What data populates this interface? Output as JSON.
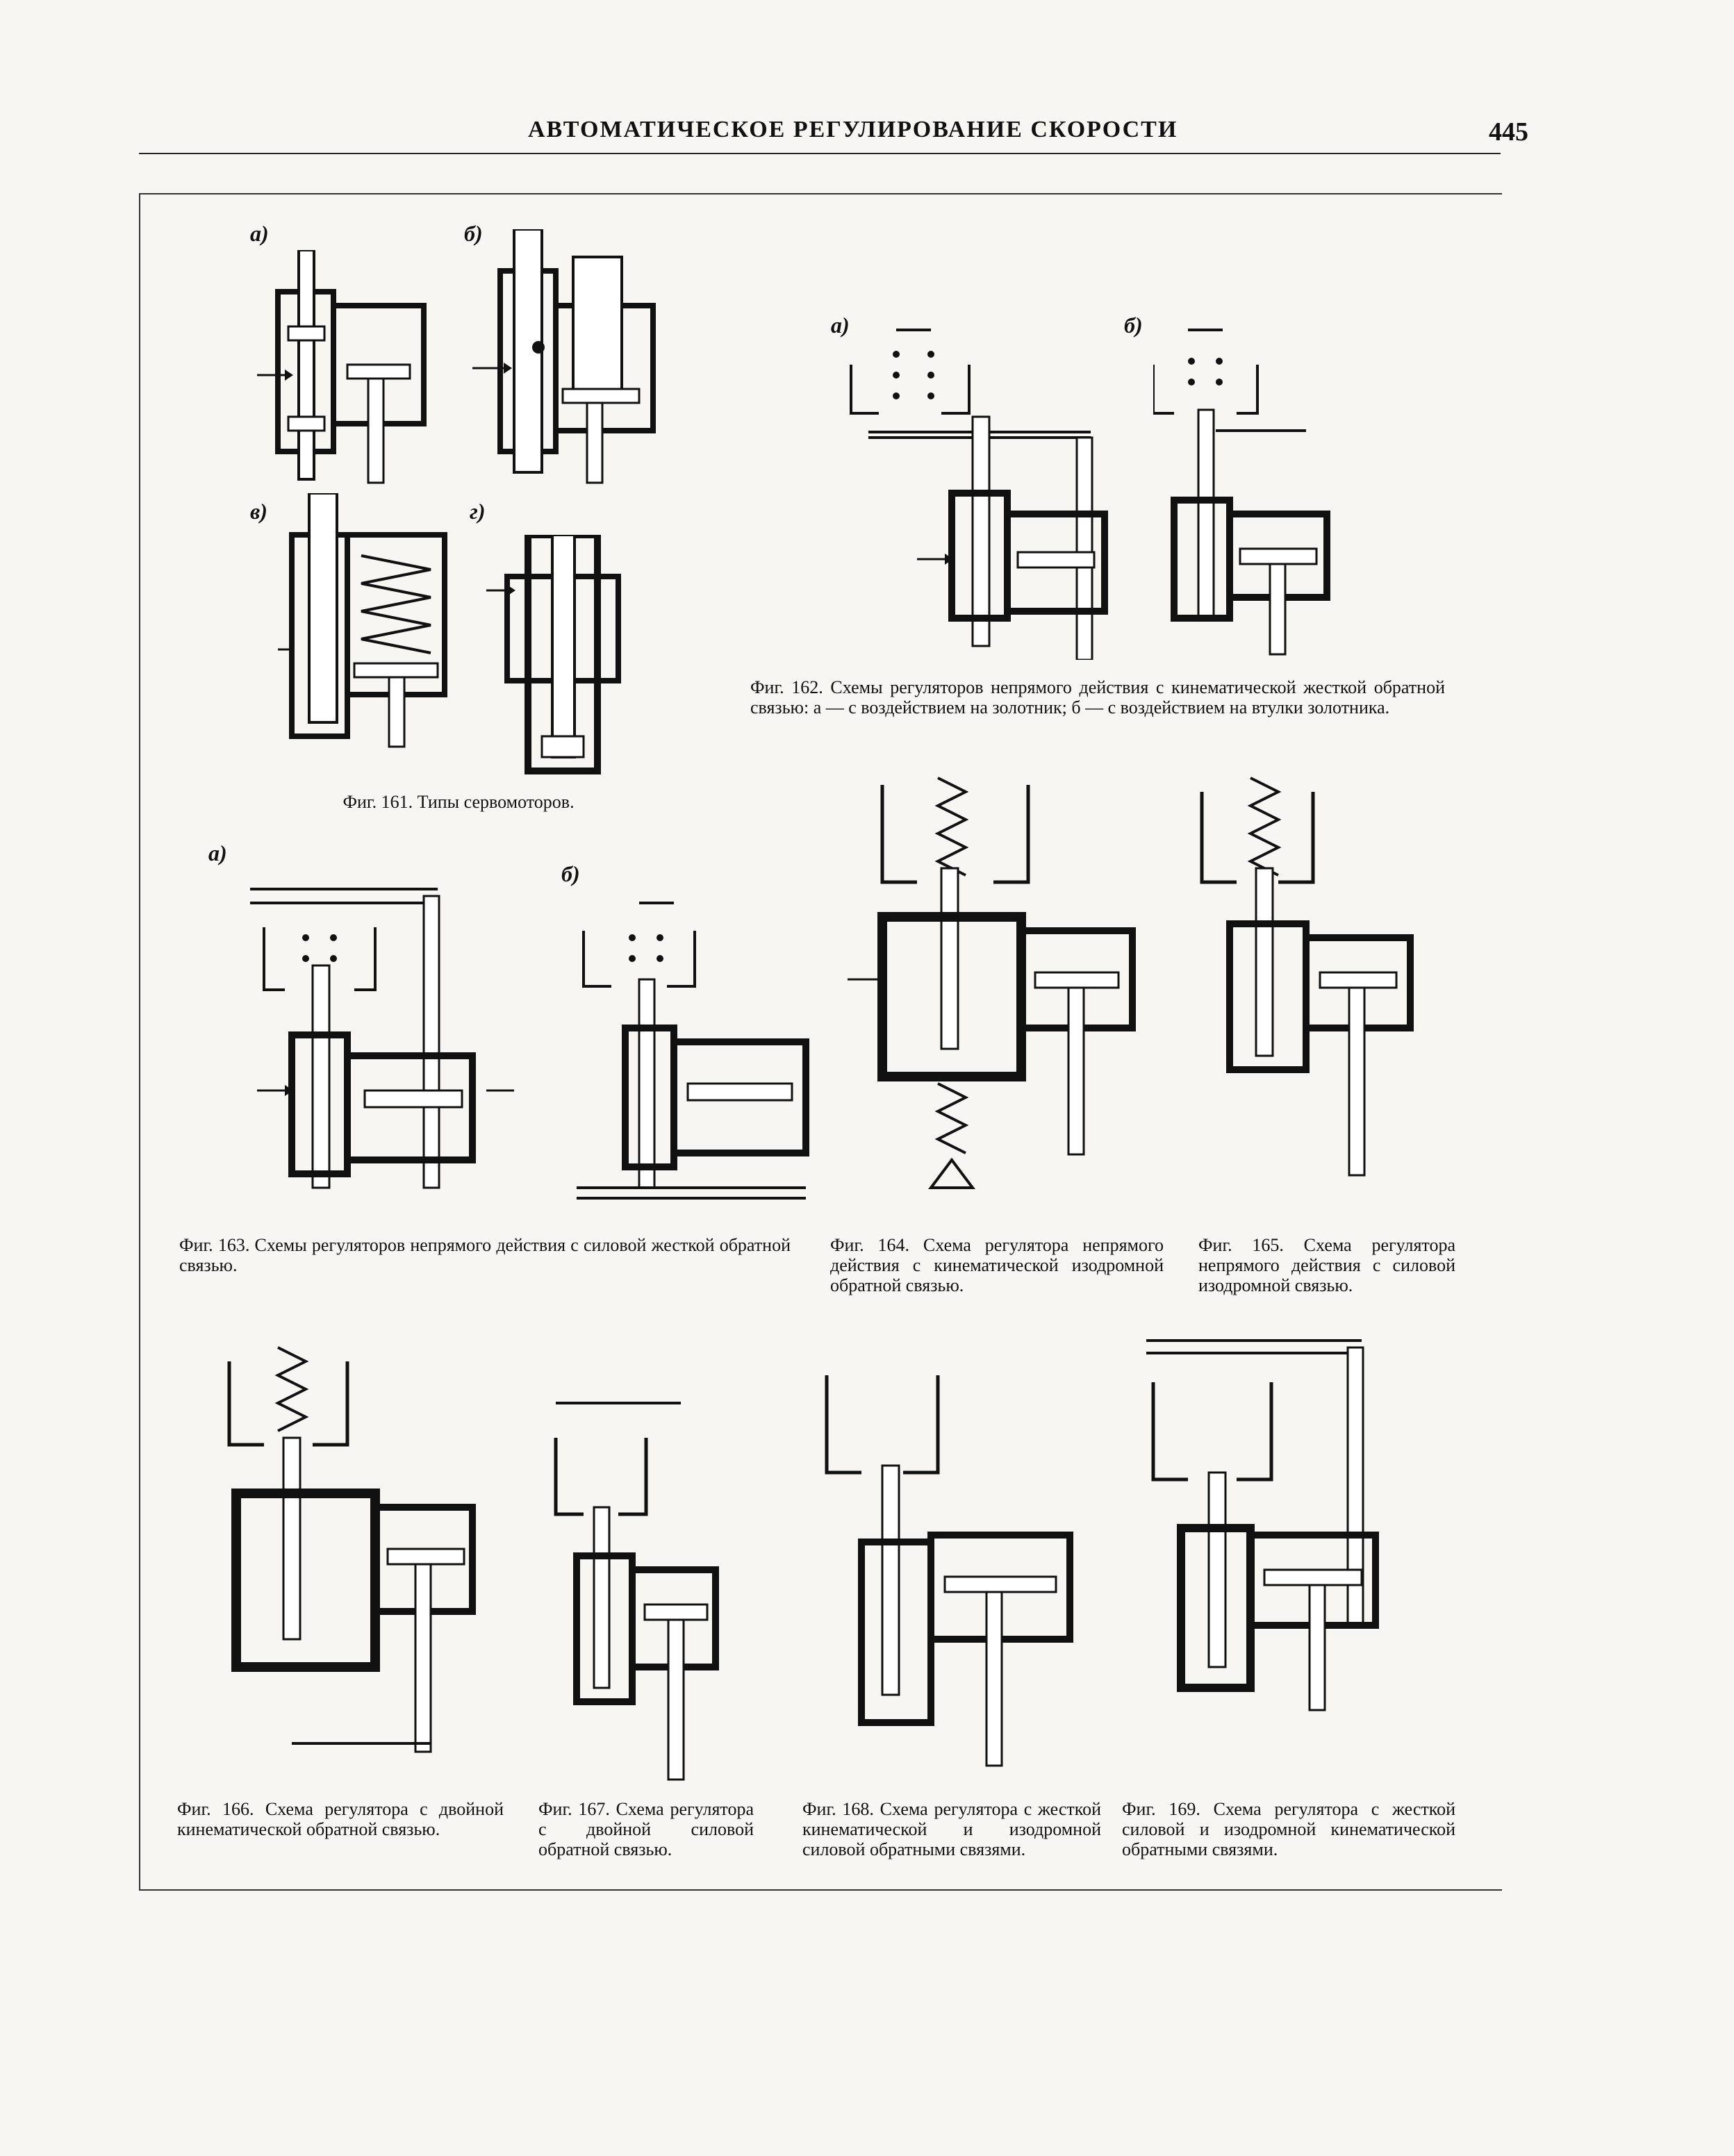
{
  "header": {
    "title": "АВТОМАТИЧЕСКОЕ РЕГУЛИРОВАНИЕ СКОРОСТИ",
    "page_number": "445"
  },
  "fig161": {
    "labels": [
      "а)",
      "б)",
      "в)",
      "г)"
    ],
    "caption": "Фиг. 161. Типы сервомоторов."
  },
  "fig162": {
    "labels": [
      "а)",
      "б)"
    ],
    "caption": "Фиг. 162. Схемы регуляторов непрямого действия с кинематической жесткой обратной связью: а — с воздействием на золотник; б — с воздействием на втулки золотника."
  },
  "fig163": {
    "labels": [
      "а)",
      "б)"
    ],
    "caption": "Фиг. 163. Схемы регуляторов непрямого действия с силовой жесткой обратной связью."
  },
  "fig164": {
    "caption": "Фиг. 164. Схема регулятора непрямого действия с кинематической изодромной обратной связью."
  },
  "fig165": {
    "caption": "Фиг. 165. Схема регулятора непрямого действия с силовой изодромной связью."
  },
  "fig166": {
    "caption": "Фиг. 166. Схема регулятора с двойной кинематической обратной связью."
  },
  "fig167": {
    "caption": "Фиг. 167. Схема регулятора с двойной силовой обратной связью."
  },
  "fig168": {
    "caption": "Фиг. 168. Схема регулятора с жесткой кинематической и изодромной силовой обратными связями."
  },
  "fig169": {
    "caption": "Фиг. 169. Схема регулятора с жесткой силовой и изодромной кинематической обратными связями."
  }
}
